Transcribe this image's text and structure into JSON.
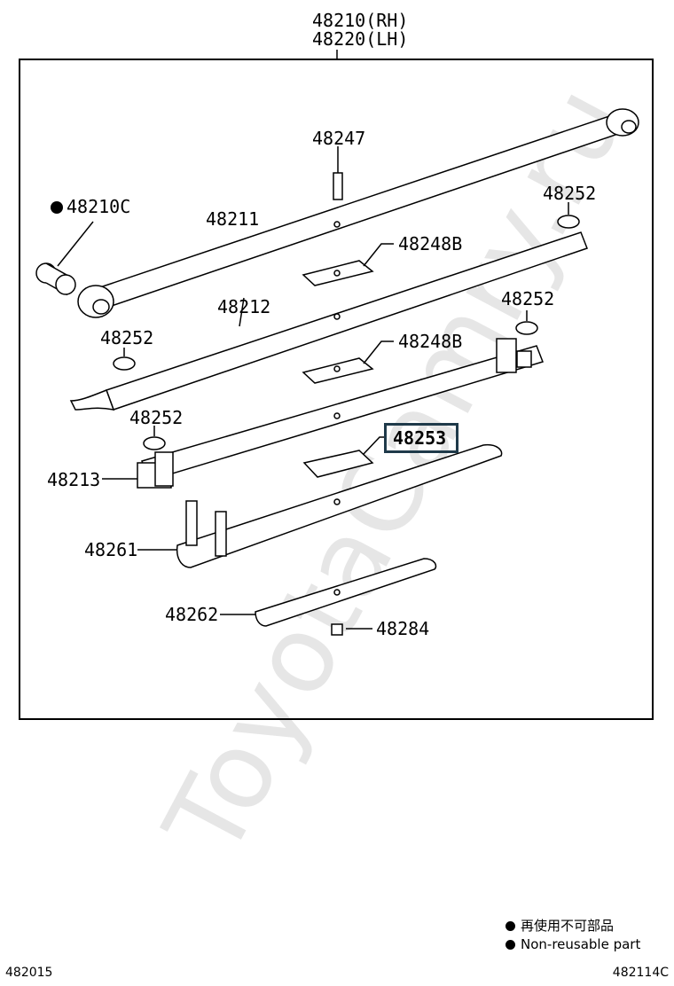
{
  "assembly": {
    "rh": "48210(RH)",
    "lh": "48220(LH)"
  },
  "parts": {
    "bushing": "48210C",
    "bolt": "48247",
    "leaf1": "48211",
    "leaf2": "48212",
    "leaf3": "48213",
    "insert_upper": "48248B",
    "insert_lower": "48248B",
    "silencer_a": "48252",
    "silencer_b": "48252",
    "silencer_c": "48252",
    "silencer_d": "48252",
    "highlighted": "48253",
    "leaf_clip": "48261",
    "leaf_bottom": "48262",
    "nut": "48284"
  },
  "legend": {
    "jp": "再使用不可部品",
    "en": "Non-reusable part"
  },
  "footer": {
    "left": "482015",
    "right": "482114C"
  },
  "watermark": "ToyotaCamry.ru"
}
